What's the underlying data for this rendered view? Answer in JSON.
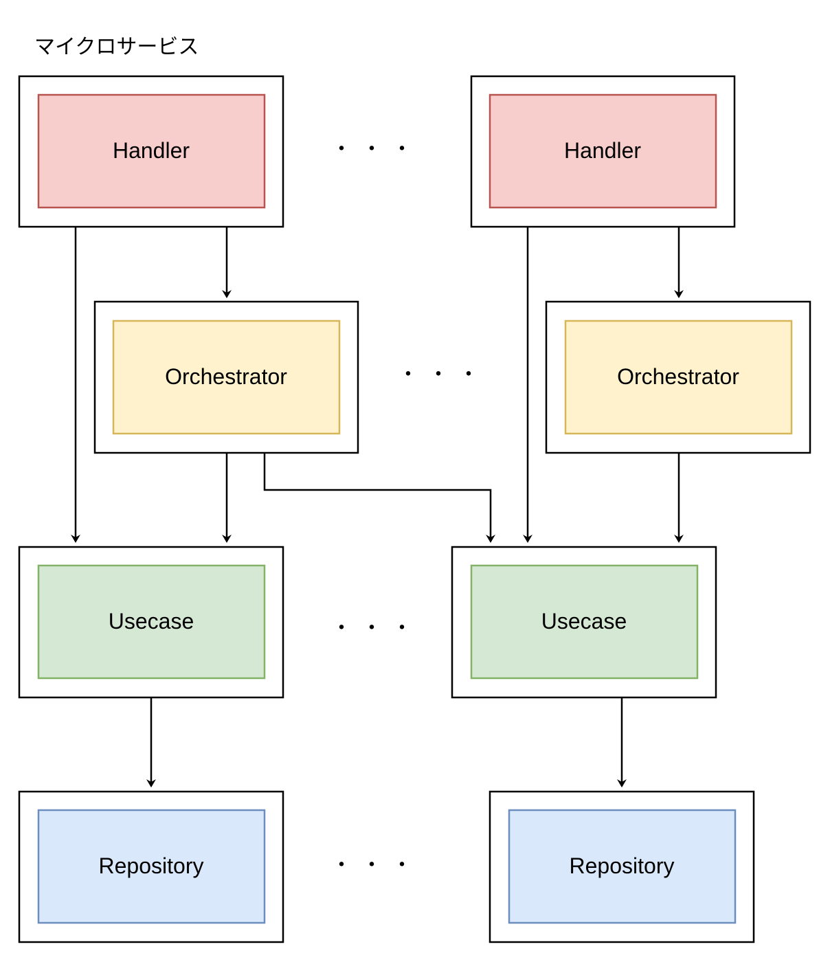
{
  "title": "マイクロサービス",
  "labels": {
    "handler": "Handler",
    "orchestrator": "Orchestrator",
    "usecase": "Usecase",
    "repository": "Repository"
  },
  "ellipsis": "・・・",
  "colors": {
    "handler": {
      "fill": "#f8cecc",
      "stroke": "#b85450"
    },
    "orchestrator": {
      "fill": "#fff2cc",
      "stroke": "#d6b656"
    },
    "usecase": {
      "fill": "#d5e8d4",
      "stroke": "#82b366"
    },
    "repository": {
      "fill": "#dae8fc",
      "stroke": "#6c8ebf"
    }
  }
}
